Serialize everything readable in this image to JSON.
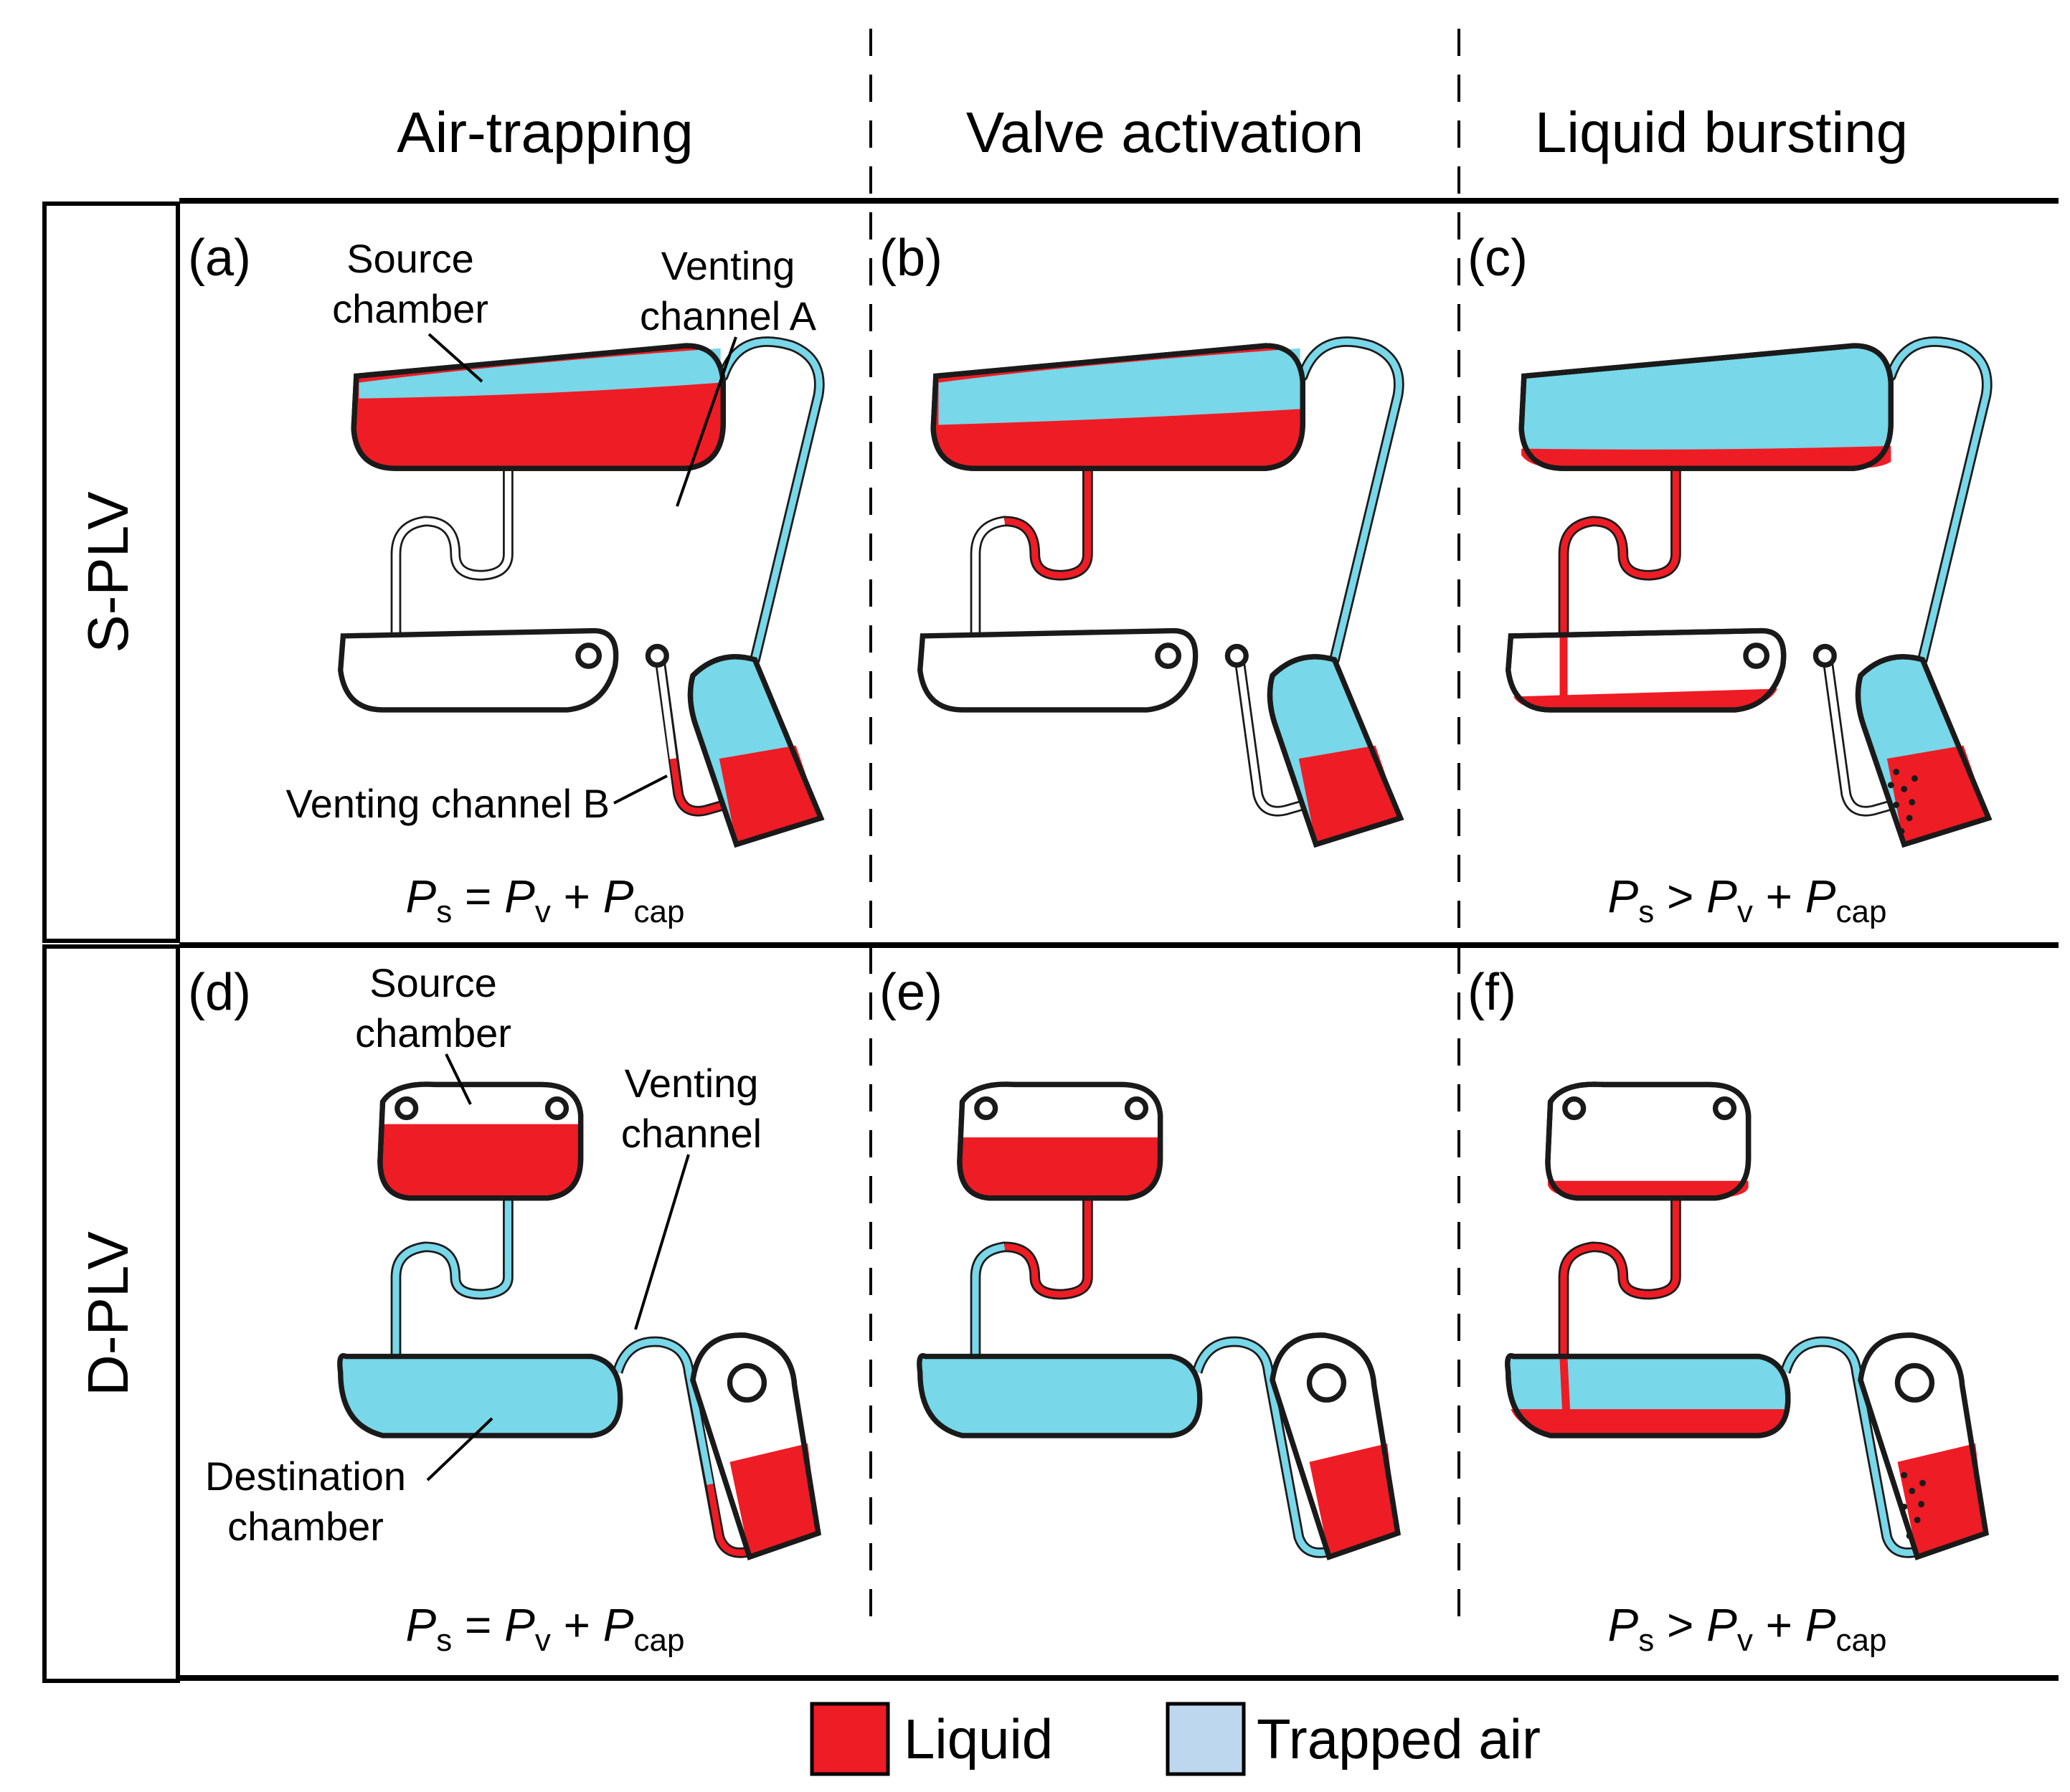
{
  "columns": [
    "Air-trapping",
    "Valve activation",
    "Liquid bursting"
  ],
  "rows": [
    "S-PLV",
    "D-PLV"
  ],
  "panels": {
    "a": {
      "letter": "(a)",
      "labels": {
        "source_chamber_1": "Source",
        "source_chamber_2": "chamber",
        "venting_a_1": "Venting",
        "venting_a_2": "channel A",
        "venting_b": "Venting channel B"
      }
    },
    "b": {
      "letter": "(b)"
    },
    "c": {
      "letter": "(c)"
    },
    "d": {
      "letter": "(d)",
      "labels": {
        "source_chamber_1": "Source",
        "source_chamber_2": "chamber",
        "venting_1": "Venting",
        "venting_2": "channel",
        "destination_1": "Destination",
        "destination_2": "chamber"
      }
    },
    "e": {
      "letter": "(e)"
    },
    "f": {
      "letter": "(f)"
    }
  },
  "equations": {
    "eq_equal": {
      "P": "P",
      "s": "s",
      "rel": "=",
      "v": "v",
      "plus": "+",
      "cap": "cap"
    },
    "eq_greater": {
      "P": "P",
      "s": "s",
      "rel": ">",
      "v": "v",
      "plus": "+",
      "cap": "cap"
    }
  },
  "legend": [
    {
      "label": "Liquid",
      "color": "#ee1c25"
    },
    {
      "label": "Trapped air",
      "color": "#bdd7ee"
    }
  ],
  "colors": {
    "liquid": "#ee1c25",
    "air": "#78d7e8",
    "outline": "#1a1a1a"
  }
}
